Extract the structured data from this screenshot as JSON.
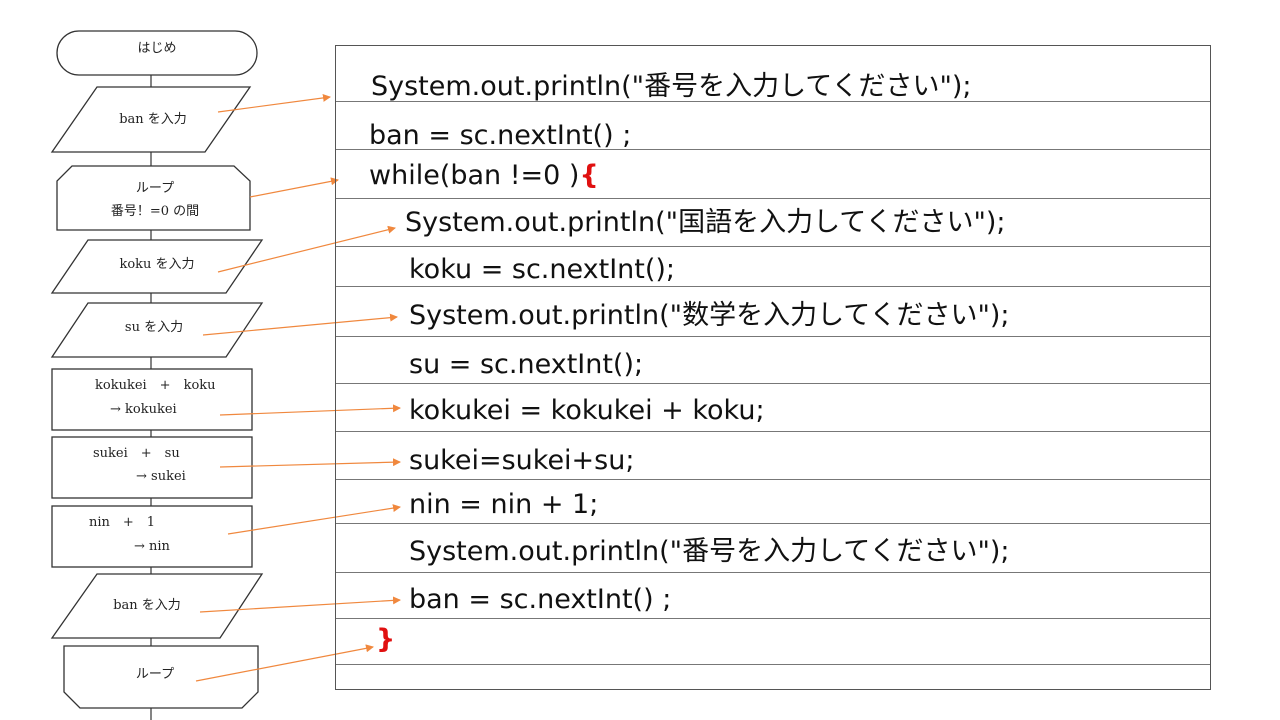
{
  "flowchart": {
    "start": "はじめ",
    "input_ban": "ban を入力",
    "loop_start_line1": "ループ",
    "loop_start_line2": "番号！=0 の間",
    "input_koku": "koku を入力",
    "input_su": "su を入力",
    "kokukei_line1": "kokukei　+　koku",
    "kokukei_line2": "→ kokukei",
    "sukei_line1": "sukei　+　su",
    "sukei_line2": "→ sukei",
    "nin_line1": "nin　+　1",
    "nin_line2": "→ nin",
    "input_ban_again": "ban を入力",
    "loop_end": "ループ"
  },
  "code": {
    "line1": "System.out.println(\"番号を入力してください\");",
    "line2": "ban = sc.nextInt() ;",
    "line3": "while(ban !=0 )",
    "line3_brace": "{",
    "line4": "System.out.println(\"国語を入力してください\");",
    "line5": "koku = sc.nextInt();",
    "line6": "System.out.println(\"数学を入力してください\");",
    "line7": "su = sc.nextInt();",
    "line8": "kokukei = kokukei + koku;",
    "line9": "sukei=sukei+su;",
    "line10": "nin = nin + 1;",
    "line11": "System.out.println(\"番号を入力してください\");",
    "line12": "ban = sc.nextInt() ;",
    "line13_brace": "}"
  },
  "colors": {
    "arrow": "#f0883e",
    "brace": "#e01010",
    "stroke": "#333333"
  }
}
